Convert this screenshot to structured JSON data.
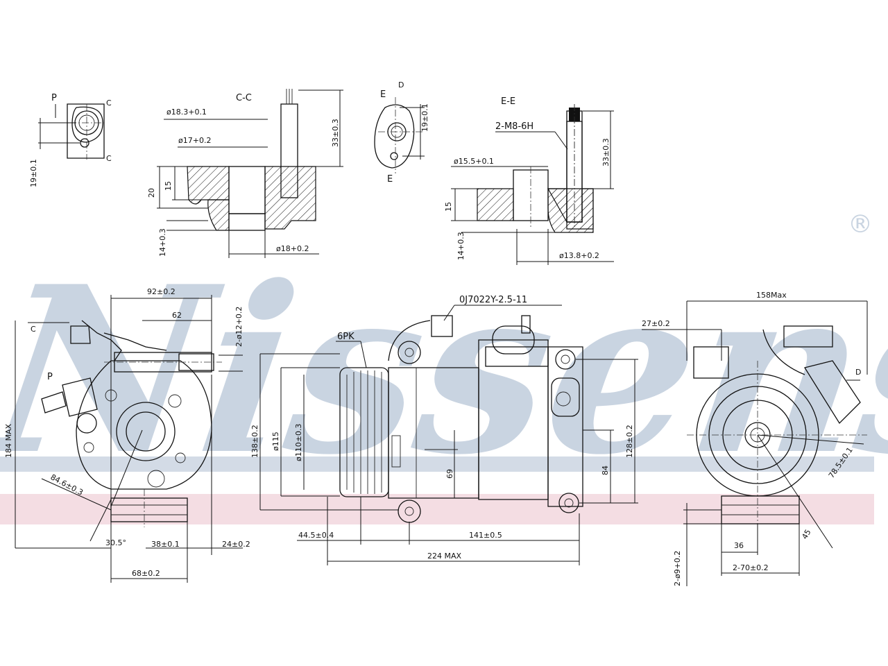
{
  "colors": {
    "watermark": "#c9d4e1",
    "band_blue": "#c4cfdd",
    "band_pink": "#f0d2d9",
    "ink": "#111111"
  },
  "watermark": {
    "text": "Nissens",
    "registered": "®"
  },
  "sections": {
    "view_p_label": "P",
    "view_p_cut1": "C",
    "view_p_cut2": "C",
    "cc_label": "C-C",
    "ee_label": "E-E",
    "view_d_label": "D",
    "view_e1": "E",
    "view_e2": "E"
  },
  "dims_top": {
    "d19_left": "19±0.1",
    "d18_3": "ø18.3+0.1",
    "d17": "ø17+0.2",
    "d20": "20",
    "d15a": "15",
    "d14a": "14+0.3",
    "d33a": "33±0.3",
    "d18": "ø18+0.2",
    "d19_mid": "19±0.1",
    "m8": "2-M8-6H",
    "d15_5": "ø15.5+0.1",
    "d15b": "15",
    "d14b": "14+0.3",
    "d33b": "33±0.3",
    "d13_8": "ø13.8+0.2"
  },
  "dims_left": {
    "d92": "92±0.2",
    "d62": "62",
    "d12": "2-ø12+0.2",
    "p_label": "P",
    "c_label": "C",
    "d184": "184 MAX",
    "d84_6": "84.6±0.3",
    "d30_5": "30.5°",
    "d38": "38±0.1",
    "d24": "24±0.2",
    "d68": "68±0.2"
  },
  "dims_mid": {
    "part_no": "0J7022Y-2.5-11",
    "belt": "6PK",
    "d138": "138±0.2",
    "d115": "ø115",
    "d110": "ø110±0.3",
    "d69": "69",
    "d128": "128±0.2",
    "d84": "84",
    "d44_5": "44.5±0.4",
    "d141": "141±0.5",
    "d224": "224 MAX"
  },
  "dims_right": {
    "d158": "158Max",
    "d27": "27±0.2",
    "d_label": "D",
    "d78_5": "78.5±0.1",
    "d45": "45",
    "d36": "36",
    "d70": "2-70±0.2",
    "d9": "2-ø9+0.2"
  }
}
